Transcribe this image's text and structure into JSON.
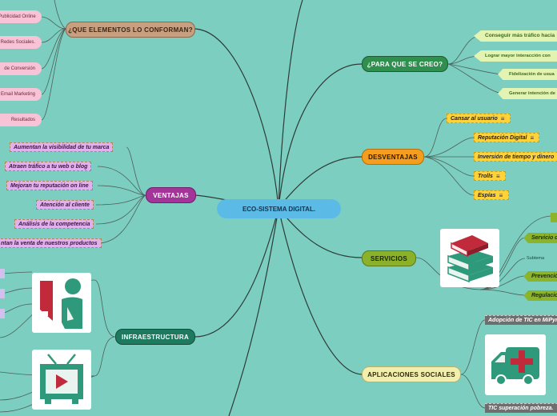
{
  "center": {
    "label": "ECO-SISTEMA DIGITAL."
  },
  "branches": {
    "conforman": {
      "label": "¿QUE ELEMENTOS LO CONFORMAN?",
      "items": [
        "Publicidad Online",
        "Redes Sociales.",
        "de Conversión",
        "Email Marketing",
        "Resultados"
      ]
    },
    "para_que": {
      "label": "¿PARA QUE SE CREO?",
      "items": [
        "Conseguir más tráfico hacia",
        "Lograr mayor interacción con",
        "Fidelización de usua",
        "Generar intención de"
      ]
    },
    "desventajas": {
      "label": "DESVENTAJAS",
      "items": [
        "Cansar al usuario",
        "Reputación Digital",
        "Inversión de tiempo y dinero",
        "Trolls",
        "Espías"
      ]
    },
    "ventajas": {
      "label": "VENTAJAS",
      "items": [
        "Aumentan la visibilidad de tu marca",
        "Atraen tráfico a tu web o blog",
        "Mejoran tu reputación on line",
        "Atención al cliente",
        "Análisis de la competencia",
        "ntan la venta de nuestros productos"
      ]
    },
    "servicios": {
      "label": "SERVICIOS",
      "subtema": "Subtema",
      "items": [
        "Servicio de",
        "Prevenció",
        "Regulacion"
      ]
    },
    "infraestructura": {
      "label": "INFRAESTRUCTURA"
    },
    "aplicaciones": {
      "label": "APLICACIONES SOCIALES",
      "items": [
        "Adopción de TIC en MiPym",
        "TIC superación pobreza."
      ]
    }
  },
  "icons": [
    "books-icon",
    "ambulance-icon",
    "person-info-icon",
    "tv-play-icon"
  ],
  "colors": {
    "background": "#7ccfc0",
    "center": "#5bbbe6",
    "conforman": "#c89f7f",
    "para_que": "#2f8f4e",
    "desventajas": "#f59d1c",
    "ventajas": "#a3359a",
    "servicios": "#8bb02a",
    "infraestructura": "#1e7a5f",
    "aplicaciones": "#f1eeae",
    "connector": "#2d3b38"
  }
}
